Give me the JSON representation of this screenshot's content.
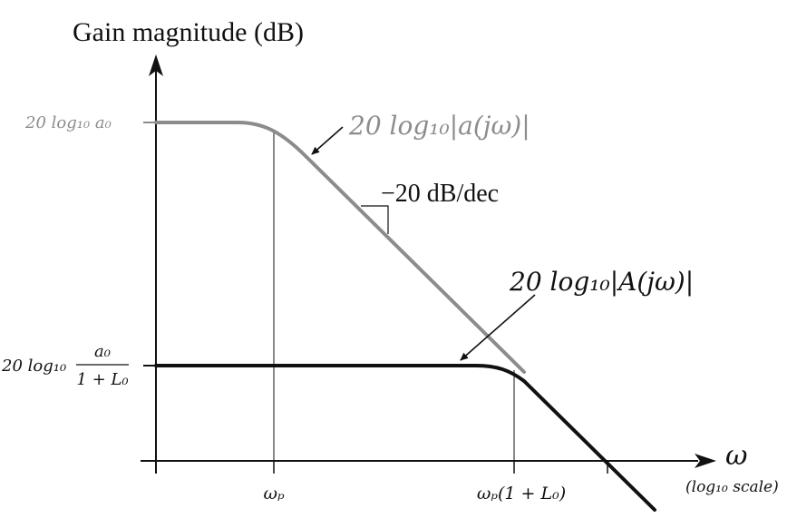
{
  "labels": {
    "y_axis_title": "Gain magnitude (dB)",
    "x_axis_symbol": "ω",
    "x_axis_scale": "(log₁₀ scale)",
    "open_loop_level": "20 log₁₀ a₀",
    "open_loop_curve": "20 log₁₀|a(jω)|",
    "slope": "−20 dB/dec",
    "closed_loop_curve": "20 log₁₀|A(jω)|",
    "closed_loop_level_prefix": "20 log₁₀",
    "closed_loop_level_num": "a₀",
    "closed_loop_level_den": "1 + L₀",
    "x_tick_wp": "ωₚ",
    "x_tick_wp_1pL": "ωₚ(1 + L₀)"
  },
  "colors": {
    "open_loop": "#8c8c8c",
    "closed_loop": "#111111",
    "axes": "#111111"
  }
}
